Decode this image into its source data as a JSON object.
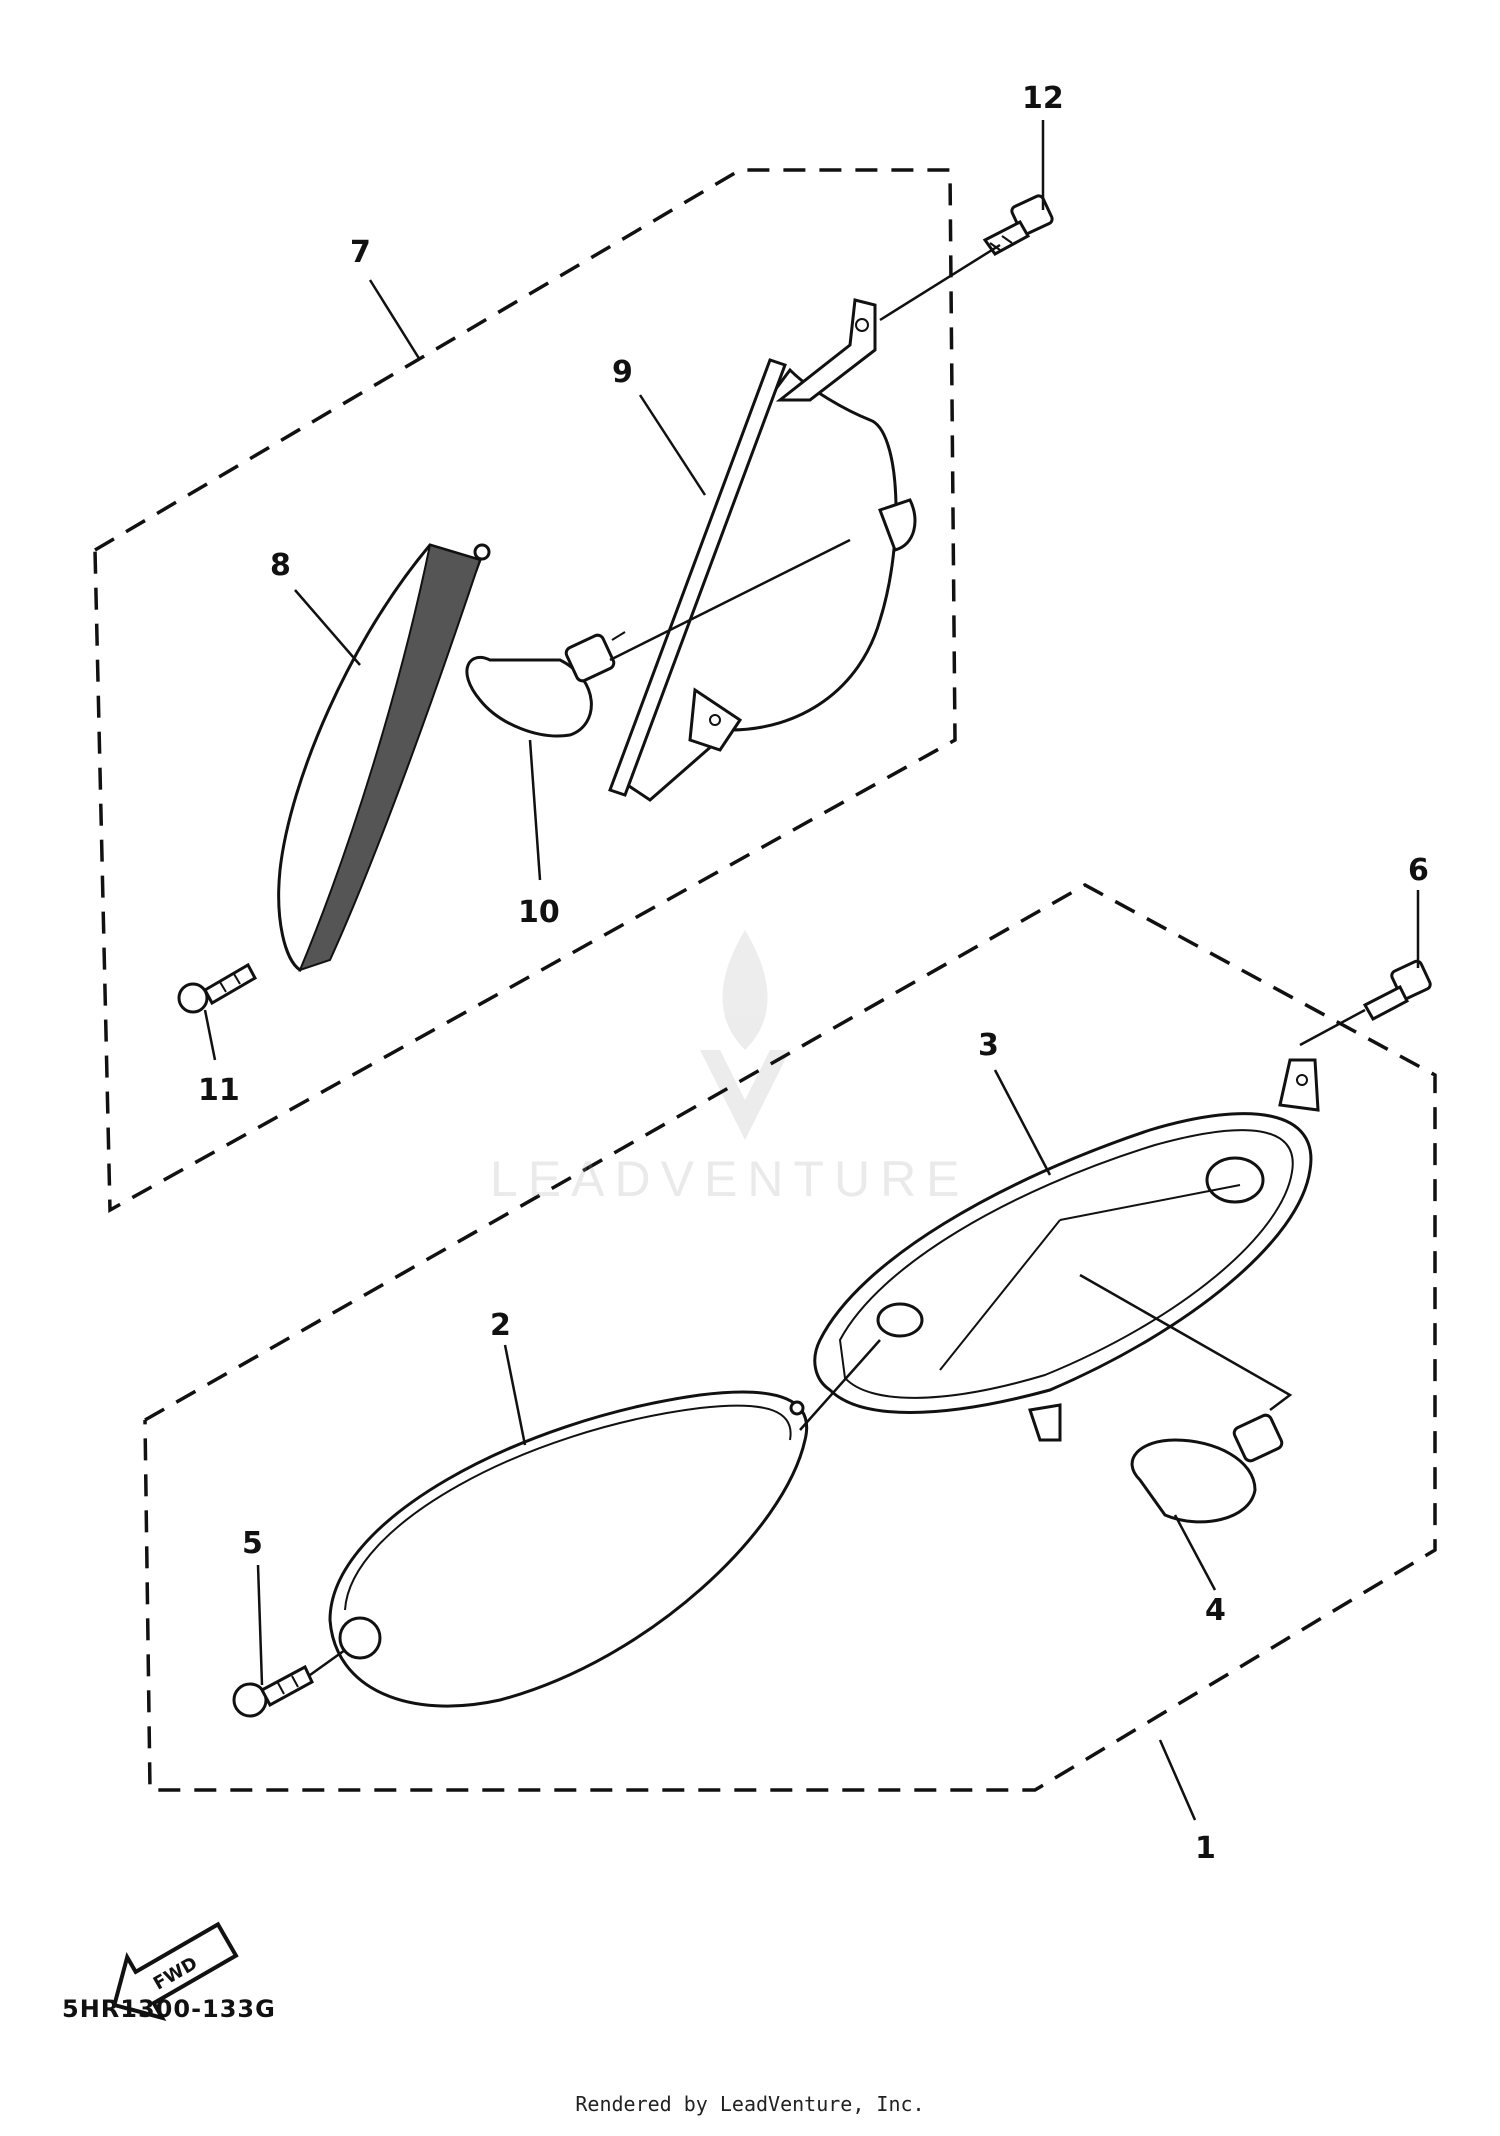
{
  "diagram": {
    "callouts": {
      "c1": "1",
      "c2": "2",
      "c3": "3",
      "c4": "4",
      "c5": "5",
      "c6": "6",
      "c7": "7",
      "c8": "8",
      "c9": "9",
      "c10": "10",
      "c11": "11",
      "c12": "12"
    },
    "front_arrow_label": "FWD",
    "code": "5HR1300-133G"
  },
  "watermark": {
    "text": "LEADVENTURE"
  },
  "footer": {
    "rendered_by": "Rendered by LeadVenture, Inc."
  },
  "colors": {
    "line": "#111111",
    "background": "#ffffff",
    "watermark": "#a0a0a0"
  }
}
